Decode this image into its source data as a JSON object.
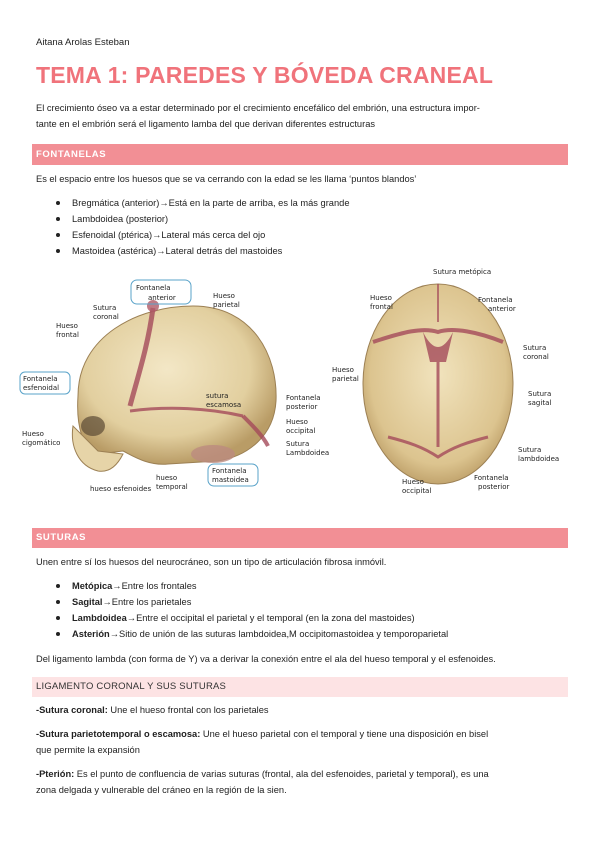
{
  "author": "Aitana Arolas Esteban",
  "title": "TEMA 1: PAREDES Y BÓVEDA CRANEAL",
  "intro": {
    "line1": "El crecimiento óseo va a estar determinado por el crecimiento encefálico del embrión, una estructura impor-",
    "line2": "tante en el embrión será el ligamento lamba del que derivan diferentes estructuras"
  },
  "fontanelas": {
    "heading": "FONTANELAS",
    "desc": "Es el espacio entre los huesos que se va cerrando con la edad se les llama ‘puntos blandos’",
    "items": [
      "Bregmática (anterior)→Está en la parte de arriba, es la más grande",
      "Lambdoidea (posterior)",
      "Esfenoidal (ptérica)→Lateral más cerca del ojo",
      "Mastoidea (astérica)→Lateral detrás del mastoides"
    ]
  },
  "figure_lateral": {
    "labels": {
      "fontanela_anterior_1": "Fontanela",
      "fontanela_anterior_2": "anterior",
      "hueso_parietal_1": "Hueso",
      "hueso_parietal_2": "parietal",
      "sutura_coronal_1": "Sutura",
      "sutura_coronal_2": "coronal",
      "hueso_frontal_1": "Hueso",
      "hueso_frontal_2": "frontal",
      "fontanela_esfenoidal_1": "Fontanela",
      "fontanela_esfenoidal_2": "esfenoidal",
      "sutura_escamosa_1": "sutura",
      "sutura_escamosa_2": "escamosa",
      "fontanela_posterior_1": "Fontanela",
      "fontanela_posterior_2": "posterior",
      "hueso_occipital_1": "Hueso",
      "hueso_occipital_2": "occipital",
      "hueso_cigomatico_1": "Hueso",
      "hueso_cigomatico_2": "cigomático",
      "sutura_lambdoidea_1": "Sutura",
      "sutura_lambdoidea_2": "Lambdoidea",
      "fontanela_mastoidea_1": "Fontanela",
      "fontanela_mastoidea_2": "mastoidea",
      "hueso_esfenoides": "hueso esfenoides",
      "hueso_temporal_1": "hueso",
      "hueso_temporal_2": "temporal"
    }
  },
  "figure_superior": {
    "labels": {
      "sutura_metopica": "Sutura metópica",
      "hueso_frontal_1": "Hueso",
      "hueso_frontal_2": "frontal",
      "fontanela_anterior_1": "Fontanela",
      "fontanela_anterior_2": "anterior",
      "sutura_coronal_1": "Sutura",
      "sutura_coronal_2": "coronal",
      "hueso_parietal_1": "Hueso",
      "hueso_parietal_2": "parietal",
      "sutura_sagital_1": "Sutura",
      "sutura_sagital_2": "sagital",
      "sutura_lambdoidea_1": "Sutura",
      "sutura_lambdoidea_2": "lambdoidea",
      "hueso_occipital_1": "Hueso",
      "hueso_occipital_2": "occipital",
      "fontanela_posterior_1": "Fontanela",
      "fontanela_posterior_2": "posterior"
    }
  },
  "suturas": {
    "heading": "SUTURAS",
    "desc": "Unen entre sí los huesos del neurocráneo, son un tipo de articulación fibrosa inmóvil.",
    "items": [
      {
        "term": "Metópica",
        "text": "→Entre los frontales"
      },
      {
        "term": "Sagital",
        "text": "→Entre los parietales"
      },
      {
        "term": "Lambdoidea",
        "text": "→Entre el occipital el parietal y el temporal (en la zona del mastoides)"
      },
      {
        "term": "Asterión",
        "text": "→Sitio de unión de las suturas lambdoidea,M occipitomastoidea y temporoparietal"
      }
    ],
    "after": "Del ligamento lambda (con forma de Y) va a derivar la conexión entre el ala del hueso temporal y el esfenoides."
  },
  "coronal": {
    "heading": "LIGAMENTO CORONAL Y SUS SUTURAS",
    "p1_term": "-Sutura coronal:",
    "p1_text": " Une el hueso frontal con los parietales",
    "p2_term": "-Sutura parietotemporal o escamosa:",
    "p2_text": " Une el hueso parietal con el temporal y tiene una disposición en bisel",
    "p2_line2": "que permite la expansión",
    "p3_term": "-Pterión:",
    "p3_text": "  Es el punto de confluencia de varias suturas (frontal, ala del esfenoides, parietal y temporal), es una",
    "p3_line2": "zona delgada y vulnerable del cráneo en la región de la sien."
  },
  "colors": {
    "accent": "#f0737b",
    "bar": "#f28f95",
    "bar_light": "#fde3e4"
  }
}
